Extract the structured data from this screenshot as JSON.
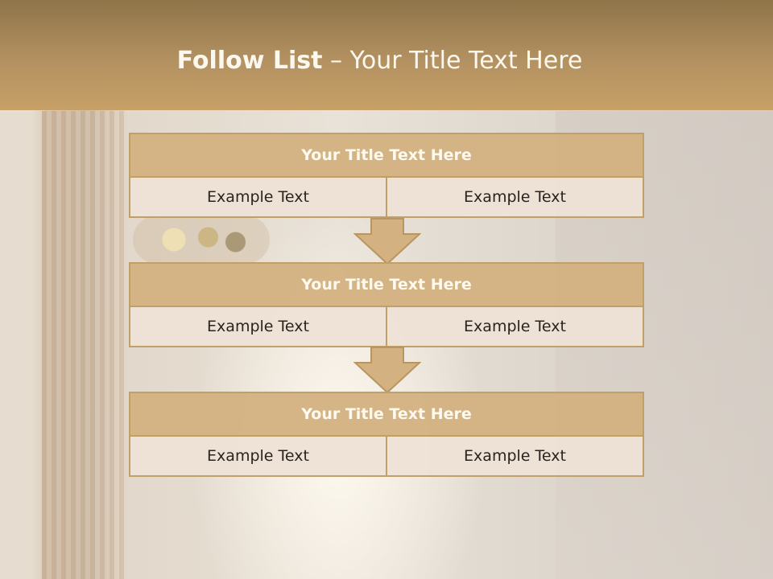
{
  "header": {
    "title_bold": "Follow List",
    "title_rest": " – Your Title Text Here"
  },
  "blocks": [
    {
      "title": "Your Title Text Here",
      "left": "Example Text",
      "right": "Example Text"
    },
    {
      "title": "Your Title Text Here",
      "left": "Example Text",
      "right": "Example Text"
    },
    {
      "title": "Your Title Text Here",
      "left": "Example Text",
      "right": "Example Text"
    }
  ],
  "colors": {
    "header": "#b39161",
    "block_header": "#d3b180",
    "block_border": "#c1a067",
    "cell": "#eee2d6"
  }
}
